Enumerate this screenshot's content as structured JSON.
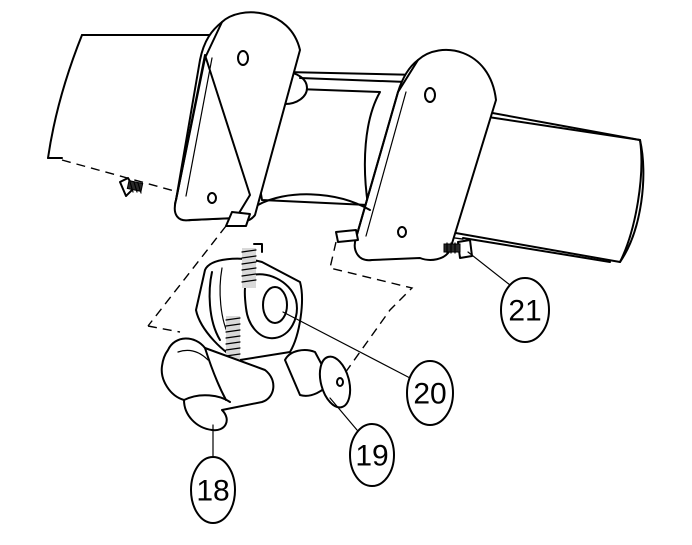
{
  "callouts": [
    {
      "id": "18",
      "label": "18"
    },
    {
      "id": "19",
      "label": "19"
    },
    {
      "id": "20",
      "label": "20"
    },
    {
      "id": "21",
      "label": "21"
    }
  ]
}
